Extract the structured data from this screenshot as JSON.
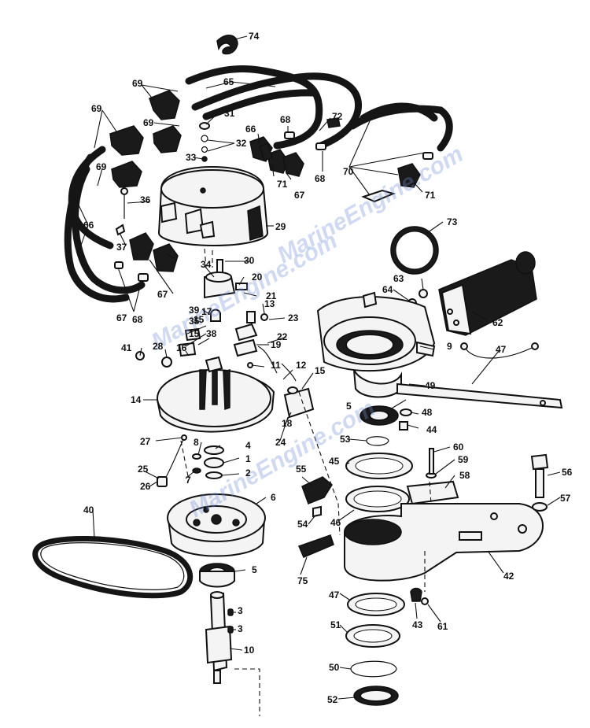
{
  "watermarks": [
    "MarineEngine.com",
    "MarineEngine.com",
    "MarineEngine.com"
  ],
  "callouts": [
    "1",
    "2",
    "3",
    "3",
    "4",
    "5",
    "5",
    "6",
    "7",
    "8",
    "9",
    "10",
    "11",
    "12",
    "13",
    "14",
    "15",
    "15",
    "15",
    "16",
    "17",
    "18",
    "19",
    "20",
    "21",
    "22",
    "23",
    "24",
    "25",
    "26",
    "27",
    "28",
    "29",
    "30",
    "31",
    "32",
    "33",
    "34",
    "35",
    "36",
    "37",
    "38",
    "39",
    "40",
    "41",
    "42",
    "43",
    "44",
    "45",
    "46",
    "47",
    "47",
    "48",
    "49",
    "50",
    "51",
    "52",
    "53",
    "54",
    "55",
    "56",
    "57",
    "58",
    "59",
    "60",
    "61",
    "62",
    "63",
    "64",
    "65",
    "66",
    "66",
    "67",
    "67",
    "67",
    "68",
    "68",
    "68",
    "69",
    "69",
    "69",
    "69",
    "70",
    "71",
    "71",
    "72",
    "73",
    "74",
    "75"
  ]
}
